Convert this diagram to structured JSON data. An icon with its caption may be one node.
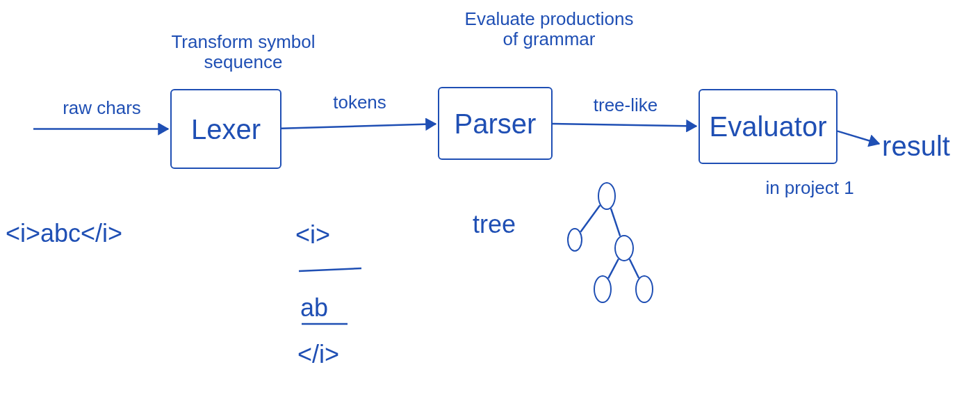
{
  "diagram": {
    "nodes": [
      {
        "text": [
          "Lexer"
        ],
        "beside": [
          "Transform symbol sequence"
        ]
      },
      {
        "text": [
          "Parser"
        ],
        "beside": [
          "Evaluate productions of grammar"
        ]
      },
      {
        "text": [
          "Evaluator"
        ],
        "beside": [
          "in project 1"
        ]
      },
      {
        "text": [
          "result"
        ]
      },
      {
        "text": [],
        "shape": "circle"
      },
      {
        "text": [],
        "shape": "circle"
      },
      {
        "text": [],
        "shape": "circle"
      },
      {
        "text": [],
        "shape": "circle"
      },
      {
        "text": [],
        "shape": "circle"
      }
    ],
    "edges": [
      {
        "from": null,
        "to": 0,
        "arrow": "to",
        "label": "raw chars"
      },
      {
        "from": 0,
        "to": 1,
        "arrow": "to",
        "label": "tokens"
      },
      {
        "from": 1,
        "to": 2,
        "arrow": "to",
        "label": "tree-like"
      },
      {
        "from": 2,
        "to": 3,
        "arrow": "to"
      },
      {
        "from": 4,
        "to": 5,
        "arrow": "none"
      },
      {
        "from": 4,
        "to": 6,
        "arrow": "none"
      },
      {
        "from": 6,
        "to": 7,
        "arrow": "none"
      },
      {
        "from": 6,
        "to": 8,
        "arrow": "none"
      }
    ],
    "labels": [
      "<i>abc</i>",
      "<i>",
      "ab",
      "</i>",
      "tree"
    ]
  }
}
